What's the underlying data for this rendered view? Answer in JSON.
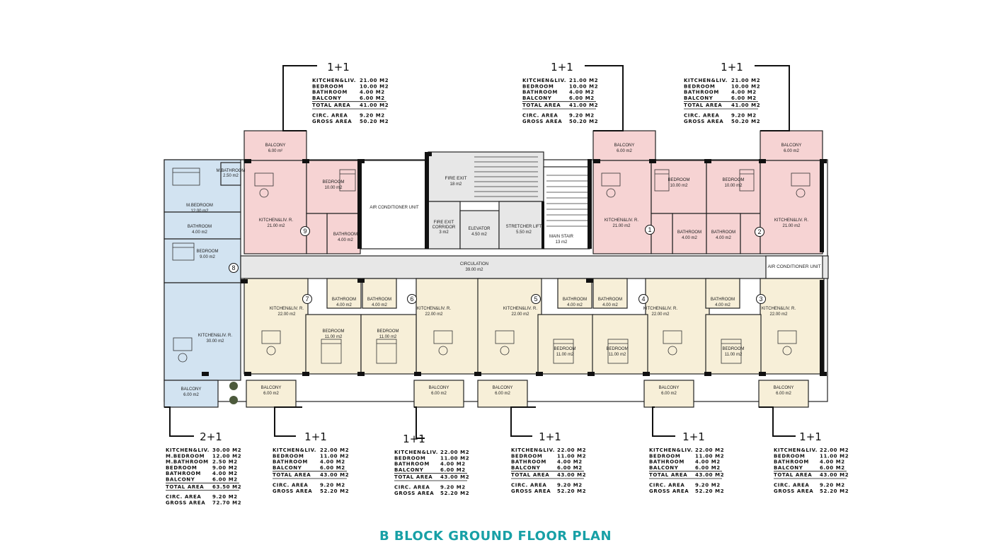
{
  "title": "B BLOCK GROUND FLOOR PLAN",
  "colors": {
    "one_plus_one": "#f6d3d3",
    "two_plus_one": "#d2e3f1",
    "lower_units": "#f7efd8",
    "common": "#e7e7e7",
    "accent": "#17a0a6"
  },
  "common_areas": {
    "fire_exit": "FIRE EXIT",
    "fire_exit_area": "18 m2",
    "fire_exit_corridor": "FIRE EXIT CORRIDOR",
    "fire_exit_corridor_area": "3 m2",
    "elevator": "ELEVATOR",
    "elevator_area": "4.50 m2",
    "stretcher_lift": "STRETCHER LIFT",
    "stretcher_lift_area": "5.50 m2",
    "main_stair": "MAIN STAIR",
    "main_stair_area": "13 m2",
    "circulation": "CIRCULATION",
    "circulation_area": "39.00 m2",
    "ac_unit_left": "AIR CONDITIONER UNIT",
    "ac_unit_right": "AIR CONDITIONER UNIT"
  },
  "rooms": {
    "balcony": "BALCONY",
    "balcony_area": "6.00 m2",
    "bedroom": "BEDROOM",
    "bedroom_10": "10.00 m2",
    "bedroom_11": "11.00 m2",
    "bedroom_9": "9.00 m2",
    "m_bedroom": "M.BEDROOM",
    "m_bedroom_area": "12.00 m2",
    "bathroom": "BATHROOM",
    "bathroom_area": "4.00 m2",
    "kitchen": "KITCHEN&LIV. R.",
    "kitchen_21": "21.00 m2",
    "kitchen_22": "22.00 m2",
    "kitchen_30": "30.00 m2"
  },
  "unit_numbers": [
    "9",
    "1",
    "2",
    "8",
    "7",
    "6",
    "5",
    "4",
    "3"
  ],
  "tables": [
    {
      "type": "1+1",
      "rows": [
        [
          "KITCHEN&LIV.",
          "21.00 M2"
        ],
        [
          "BEDROOM",
          "10.00 M2"
        ],
        [
          "BATHROOM",
          "4.00 M2"
        ],
        [
          "BALCONY",
          "6.00 M2"
        ]
      ],
      "total": [
        "TOTAL AREA",
        "41.00 M2"
      ],
      "circ": [
        "CIRC. AREA",
        "9.20 M2"
      ],
      "gross": [
        "GROSS AREA",
        "50.20 M2"
      ]
    },
    {
      "type": "1+1",
      "rows": [
        [
          "KITCHEN&LIV.",
          "21.00 M2"
        ],
        [
          "BEDROOM",
          "10.00 M2"
        ],
        [
          "BATHROOM",
          "4.00 M2"
        ],
        [
          "BALCONY",
          "6.00 M2"
        ]
      ],
      "total": [
        "TOTAL AREA",
        "41.00 M2"
      ],
      "circ": [
        "CIRC. AREA",
        "9.20 M2"
      ],
      "gross": [
        "GROSS AREA",
        "50.20 M2"
      ]
    },
    {
      "type": "1+1",
      "rows": [
        [
          "KITCHEN&LIV.",
          "21.00 M2"
        ],
        [
          "BEDROOM",
          "10.00 M2"
        ],
        [
          "BATHROOM",
          "4.00 M2"
        ],
        [
          "BALCONY",
          "6.00 M2"
        ]
      ],
      "total": [
        "TOTAL AREA",
        "41.00 M2"
      ],
      "circ": [
        "CIRC. AREA",
        "9.20 M2"
      ],
      "gross": [
        "GROSS AREA",
        "50.20 M2"
      ]
    },
    {
      "type": "2+1",
      "rows": [
        [
          "KITCHEN&LIV.",
          "30.00 M2"
        ],
        [
          "M.BEDROOM",
          "12.00 M2"
        ],
        [
          "M.BATHROOM",
          "2.50 M2"
        ],
        [
          "BEDROOM",
          "9.00 M2"
        ],
        [
          "BATHROOM",
          "4.00 M2"
        ],
        [
          "BALCONY",
          "6.00 M2"
        ]
      ],
      "total": [
        "TOTAL AREA",
        "63.50 M2"
      ],
      "circ": [
        "CIRC. AREA",
        "9.20 M2"
      ],
      "gross": [
        "GROSS AREA",
        "72.70 M2"
      ]
    },
    {
      "type": "1+1",
      "rows": [
        [
          "KITCHEN&LIV.",
          "22.00 M2"
        ],
        [
          "BEDROOM",
          "11.00 M2"
        ],
        [
          "BATHROOM",
          "4.00 M2"
        ],
        [
          "BALCONY",
          "6.00 M2"
        ]
      ],
      "total": [
        "TOTAL AREA",
        "43.00 M2"
      ],
      "circ": [
        "CIRC. AREA",
        "9.20 M2"
      ],
      "gross": [
        "GROSS AREA",
        "52.20 M2"
      ]
    },
    {
      "type": "1+1",
      "rows": [
        [
          "KITCHEN&LIV.",
          "22.00 M2"
        ],
        [
          "BEDROOM",
          "11.00 M2"
        ],
        [
          "BATHROOM",
          "4.00 M2"
        ],
        [
          "BALCONY",
          "6.00 M2"
        ]
      ],
      "total": [
        "TOTAL AREA",
        "43.00 M2"
      ],
      "circ": [
        "CIRC. AREA",
        "9.20 M2"
      ],
      "gross": [
        "GROSS AREA",
        "52.20 M2"
      ]
    },
    {
      "type": "1+1",
      "rows": [
        [
          "KITCHEN&LIV.",
          "22.00 M2"
        ],
        [
          "BEDROOM",
          "11.00 M2"
        ],
        [
          "BATHROOM",
          "4.00 M2"
        ],
        [
          "BALCONY",
          "6.00 M2"
        ]
      ],
      "total": [
        "TOTAL AREA",
        "43.00 M2"
      ],
      "circ": [
        "CIRC. AREA",
        "9.20 M2"
      ],
      "gross": [
        "GROSS AREA",
        "52.20 M2"
      ]
    },
    {
      "type": "1+1",
      "rows": [
        [
          "KITCHEN&LIV.",
          "22.00 M2"
        ],
        [
          "BEDROOM",
          "11.00 M2"
        ],
        [
          "BATHROOM",
          "4.00 M2"
        ],
        [
          "BALCONY",
          "6.00 M2"
        ]
      ],
      "total": [
        "TOTAL AREA",
        "43.00 M2"
      ],
      "circ": [
        "CIRC. AREA",
        "9.20 M2"
      ],
      "gross": [
        "GROSS AREA",
        "52.20 M2"
      ]
    },
    {
      "type": "1+1",
      "rows": [
        [
          "KITCHEN&LIV.",
          "22.00 M2"
        ],
        [
          "BEDROOM",
          "11.00 M2"
        ],
        [
          "BATHROOM",
          "4.00 M2"
        ],
        [
          "BALCONY",
          "6.00 M2"
        ]
      ],
      "total": [
        "TOTAL AREA",
        "43.00 M2"
      ],
      "circ": [
        "CIRC. AREA",
        "9.20 M2"
      ],
      "gross": [
        "GROSS AREA",
        "52.20 M2"
      ]
    }
  ]
}
